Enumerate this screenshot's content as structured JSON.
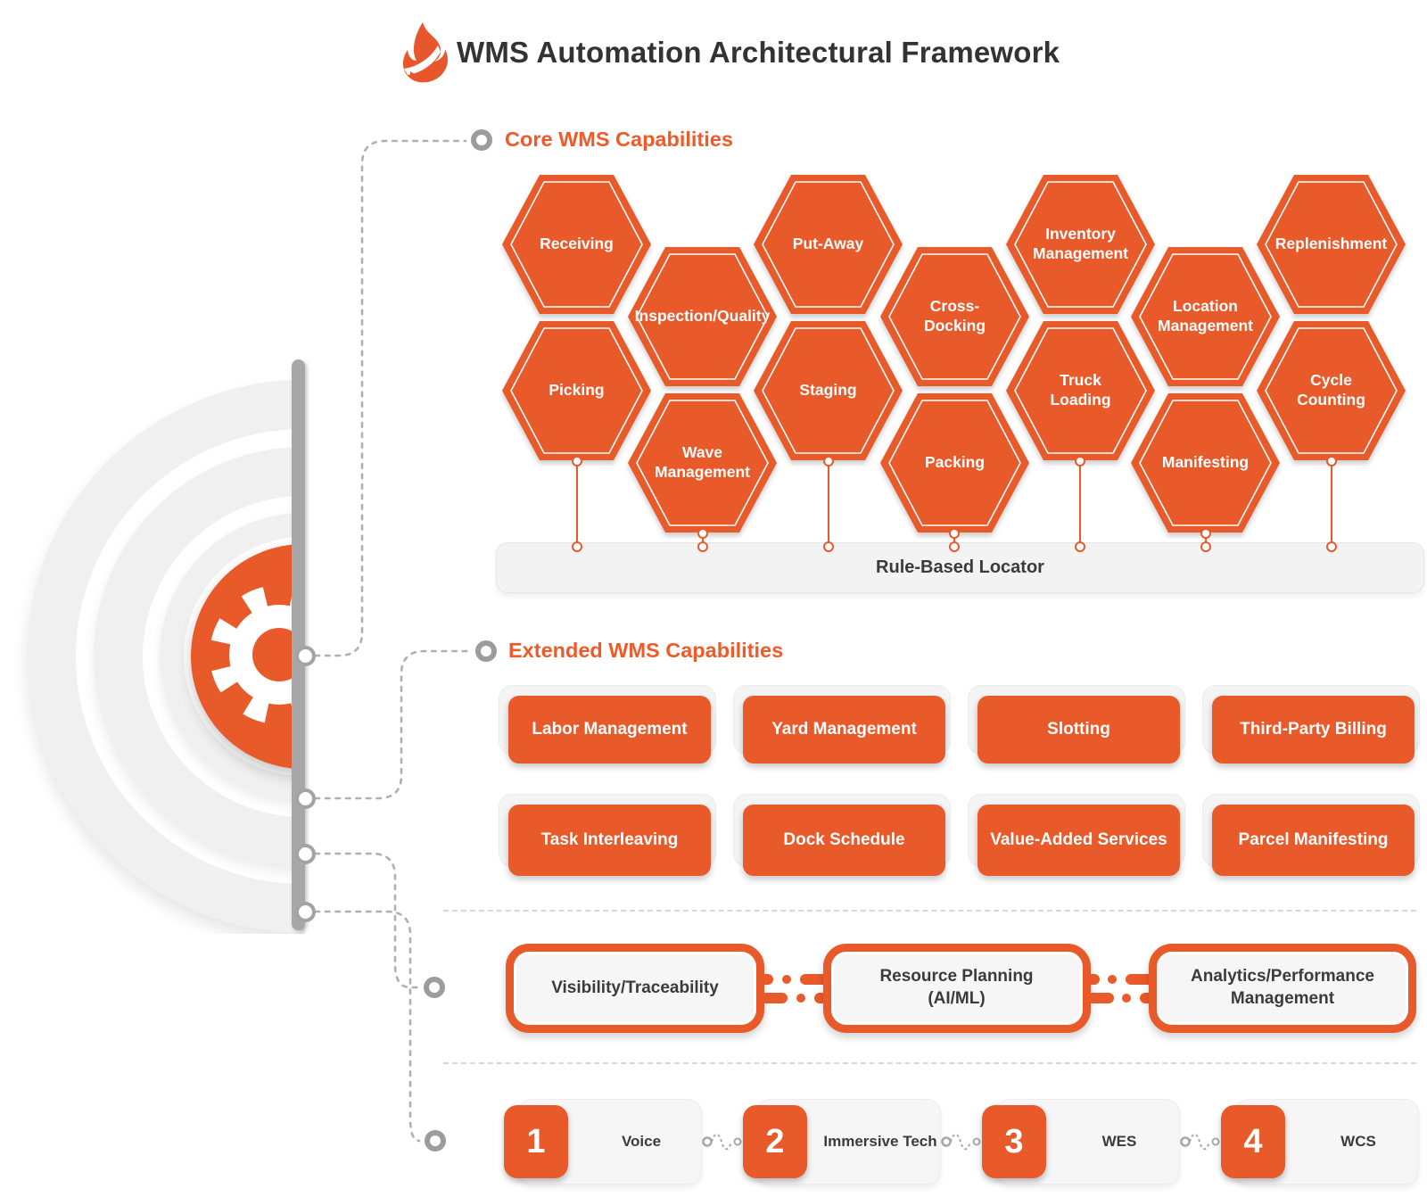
{
  "colors": {
    "accent": "#E95A2B",
    "heading": "#F05A28"
  },
  "icons": {
    "logo": "flame-icon",
    "hub": "gear-icon"
  },
  "header": {
    "title": "WMS Automation Architectural Framework"
  },
  "core": {
    "heading": "Core WMS Capabilities",
    "hexagons": [
      "Receiving",
      "Inspection/Quality",
      "Put-Away",
      "Cross-Docking",
      "Inventory Management",
      "Location Management",
      "Replenishment",
      "Picking",
      "Wave Management",
      "Staging",
      "Packing",
      "Truck Loading",
      "Manifesting",
      "Cycle Counting"
    ],
    "locator": "Rule-Based Locator"
  },
  "extended": {
    "heading": "Extended WMS Capabilities",
    "row1": [
      "Labor Management",
      "Yard Management",
      "Slotting",
      "Third-Party Billing"
    ],
    "row2": [
      "Task Interleaving",
      "Dock Schedule",
      "Value-Added Services",
      "Parcel Manifesting"
    ]
  },
  "integration": {
    "boxes": [
      "Visibility/Traceability",
      "Resource Planning (AI/ML)",
      "Analytics/Performance Management"
    ]
  },
  "timeline": {
    "items": [
      {
        "number": "1",
        "label": "Voice"
      },
      {
        "number": "2",
        "label": "Immersive Tech"
      },
      {
        "number": "3",
        "label": "WES"
      },
      {
        "number": "4",
        "label": "WCS"
      }
    ]
  }
}
